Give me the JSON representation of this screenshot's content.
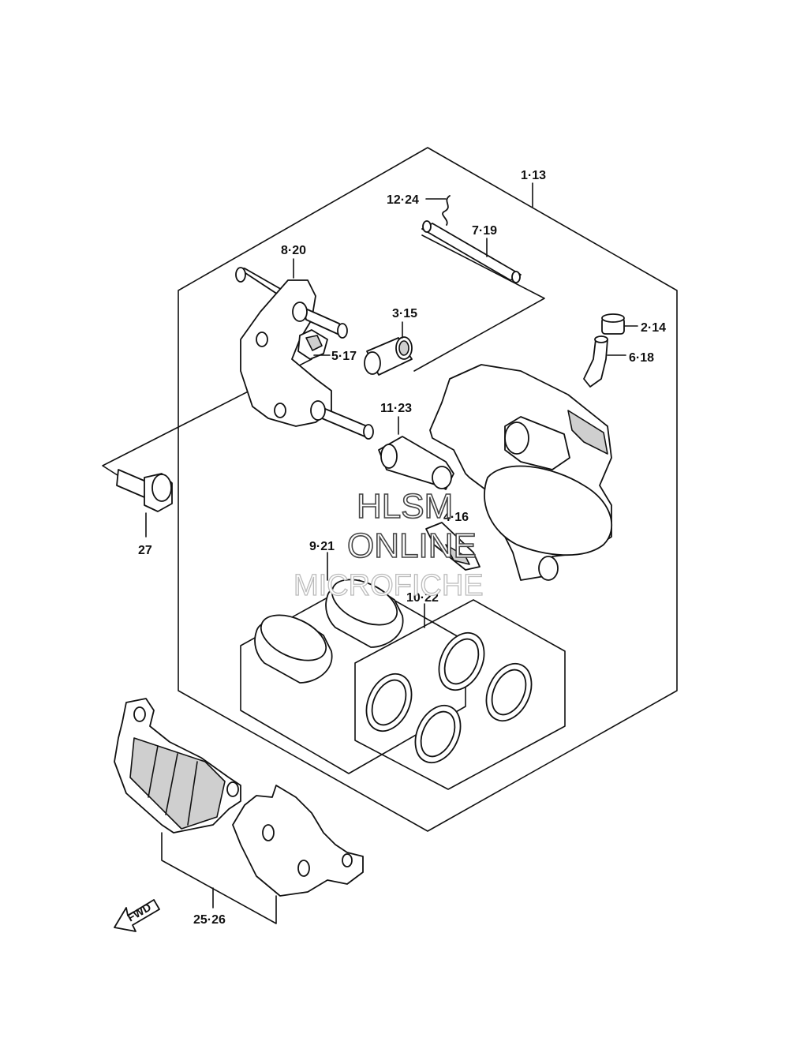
{
  "labels": {
    "l_1_13": "1·13",
    "l_12_24": "12·24",
    "l_7_19": "7·19",
    "l_8_20": "8·20",
    "l_3_15": "3·15",
    "l_2_14": "2·14",
    "l_5_17": "5·17",
    "l_6_18": "6·18",
    "l_11_23": "11·23",
    "l_27": "27",
    "l_4_16": "4·16",
    "l_9_21": "9·21",
    "l_10_22": "10·22",
    "l_25_26": "25·26"
  },
  "watermark": {
    "line1": "HLSM",
    "line2": "ONLINE",
    "line3": "MICROFICHE"
  },
  "fwd": "FWD"
}
